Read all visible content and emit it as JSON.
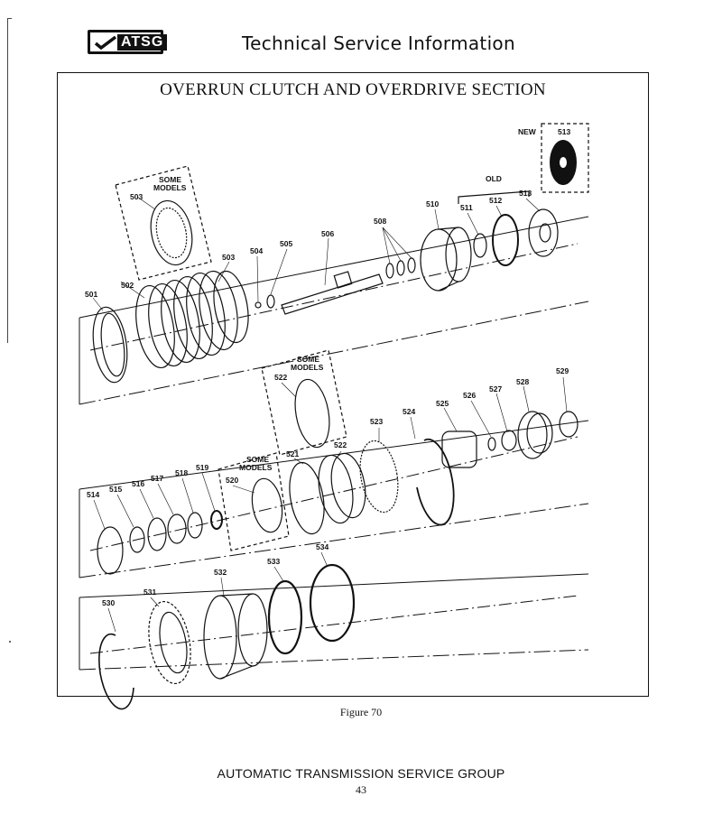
{
  "header": {
    "logo_text": "ATSG",
    "title": "Technical Service Information"
  },
  "figure": {
    "section_title": "OVERRUN CLUTCH AND OVERDRIVE SECTION",
    "caption": "Figure 70",
    "annotations": {
      "new": "NEW",
      "old": "OLD",
      "some_models": "SOME",
      "some_models_2": "MODELS"
    },
    "part_numbers": {
      "p501": "501",
      "p502": "502",
      "p503a": "503",
      "p503b": "503",
      "p504": "504",
      "p505": "505",
      "p506": "506",
      "p508": "508",
      "p510": "510",
      "p511": "511",
      "p512": "512",
      "p513a": "513",
      "p513b": "513",
      "p514": "514",
      "p515": "515",
      "p516": "516",
      "p517": "517",
      "p518": "518",
      "p519": "519",
      "p520": "520",
      "p521": "521",
      "p522a": "522",
      "p522b": "522",
      "p523": "523",
      "p524": "524",
      "p525": "525",
      "p526": "526",
      "p527": "527",
      "p528": "528",
      "p529": "529",
      "p530": "530",
      "p531": "531",
      "p532": "532",
      "p533": "533",
      "p534": "534"
    }
  },
  "footer": {
    "org": "AUTOMATIC TRANSMISSION SERVICE GROUP",
    "page_number": "43"
  }
}
